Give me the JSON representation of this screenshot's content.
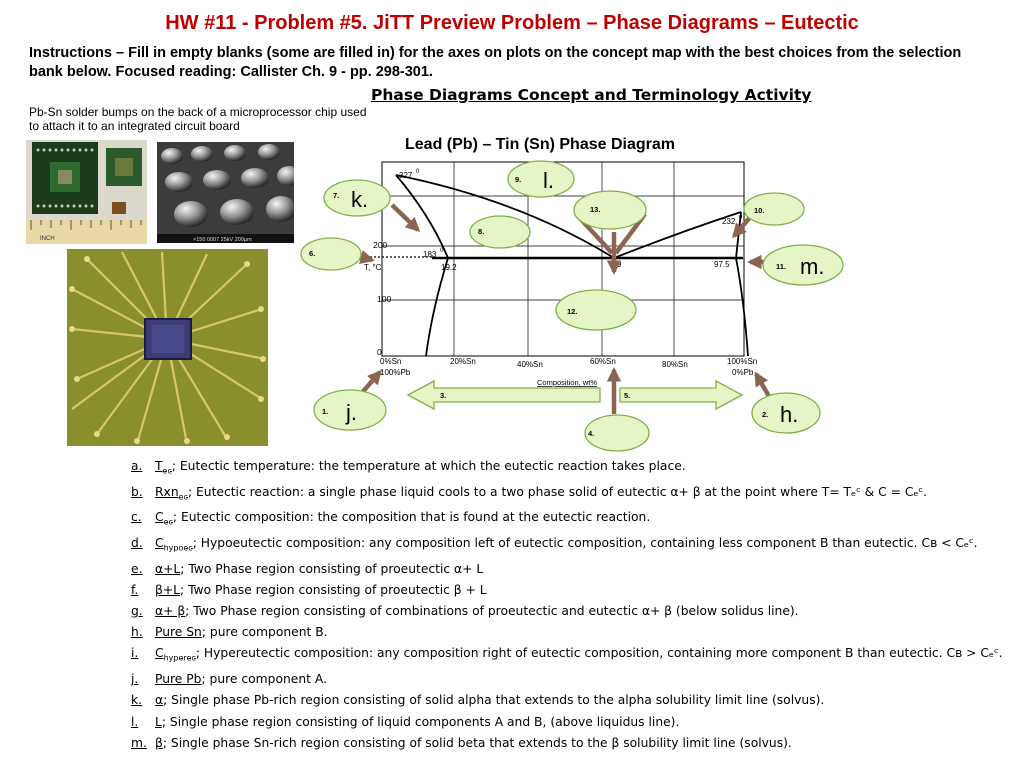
{
  "title": "HW #11 -  Problem #5. JiTT Preview Problem – Phase Diagrams – Eutectic",
  "instructions": "Instructions – Fill in empty blanks (some are filled in) for the axes on plots on the concept map with the best choices from the selection bank below. Focused reading: Callister Ch. 9 - pp. 298-301.",
  "activity_title": "Phase Diagrams Concept and Terminology Activity",
  "photo_caption": "Pb-Sn solder bumps on the back of a microprocessor chip used to attach it to an integrated circuit board",
  "photo_labels": {
    "ruler": "INCH",
    "sem": "×150  0007  25kV  200µm"
  },
  "diagram": {
    "title": "Lead (Pb) – Tin (Sn) Phase Diagram",
    "y_axis_label": "T, °C",
    "y_ticks": [
      "200",
      "100",
      "0"
    ],
    "x_ticks_top": [
      "0%Sn",
      "20%Sn",
      "40%Sn",
      "60%Sn",
      "80%Sn",
      "100%Sn"
    ],
    "x_ticks_bottom": [
      "100%Pb",
      "0%Pb"
    ],
    "x_axis_label": "Composition, wt%",
    "temps": {
      "pb_melt": "327",
      "sn_melt": "232",
      "eutectic": "183"
    },
    "compositions": {
      "alpha_limit": "19.2",
      "eutectic": "9",
      "beta_limit": "97.5"
    },
    "degree_mark": "0",
    "balloons": [
      {
        "num": "1.",
        "answer": "j."
      },
      {
        "num": "2.",
        "answer": "h."
      },
      {
        "num": "3.",
        "answer": ""
      },
      {
        "num": "4.",
        "answer": ""
      },
      {
        "num": "5.",
        "answer": ""
      },
      {
        "num": "6.",
        "answer": ""
      },
      {
        "num": "7.",
        "answer": "k."
      },
      {
        "num": "8.",
        "answer": ""
      },
      {
        "num": "9.",
        "answer": "l."
      },
      {
        "num": "10.",
        "answer": ""
      },
      {
        "num": "11.",
        "answer": "m."
      },
      {
        "num": "12.",
        "answer": ""
      },
      {
        "num": "13.",
        "answer": ""
      }
    ],
    "colors": {
      "balloon_fill": "#e6f5c5",
      "balloon_stroke": "#7fb14a",
      "arrow": "#8b6452",
      "line": "#000000"
    }
  },
  "choices": [
    {
      "letter": "a.",
      "term": "T",
      "sub": "ec",
      "desc": "; Eutectic temperature: the temperature at which the eutectic reaction takes place."
    },
    {
      "letter": "b.",
      "term": "Rxn",
      "sub": "ec",
      "desc": "; Eutectic reaction: a single phase liquid cools to a two phase solid of eutectic α+ β at the point where T= Tₑᶜ & C = Cₑᶜ."
    },
    {
      "letter": "c.",
      "term": "C",
      "sub": "ec",
      "desc": "; Eutectic composition: the composition that is found at the eutectic reaction."
    },
    {
      "letter": "d.",
      "term": "C",
      "sub": "hypoec",
      "desc": "; Hypoeutectic composition: any composition left of eutectic composition, containing less component B than eutectic. Cʙ < Cₑᶜ."
    },
    {
      "letter": "e.",
      "term": "α+L",
      "sub": "",
      "desc": "; Two Phase region consisting of proeutectic α+ L"
    },
    {
      "letter": "f.",
      "term": "β+L",
      "sub": "",
      "desc": "; Two Phase region consisting of proeutectic β + L"
    },
    {
      "letter": "g.",
      "term": "α+ β",
      "sub": "",
      "desc": "; Two Phase region consisting of combinations of proeutectic and eutectic α+ β  (below solidus line)."
    },
    {
      "letter": "h.",
      "term": "Pure Sn",
      "sub": "",
      "desc": "; pure component B."
    },
    {
      "letter": "i.",
      "term": "C",
      "sub": "hyperec",
      "desc": "; Hypereutectic composition: any composition right of eutectic composition, containing more component B than eutectic. Cʙ > Cₑᶜ."
    },
    {
      "letter": "j.",
      "term": "Pure Pb",
      "sub": "",
      "desc": "; pure component A."
    },
    {
      "letter": "k.",
      "term": "α",
      "sub": "",
      "desc": "; Single phase Pb-rich region consisting of solid alpha that extends to the alpha solubility limit line (solvus)."
    },
    {
      "letter": "l.",
      "term": "L",
      "sub": "",
      "desc": "; Single phase region consisting of liquid components A and B, (above liquidus line)."
    },
    {
      "letter": "m.",
      "term": "β",
      "sub": "",
      "desc": "; Single phase Sn-rich region consisting of solid beta that extends to the β  solubility limit line (solvus)."
    }
  ]
}
